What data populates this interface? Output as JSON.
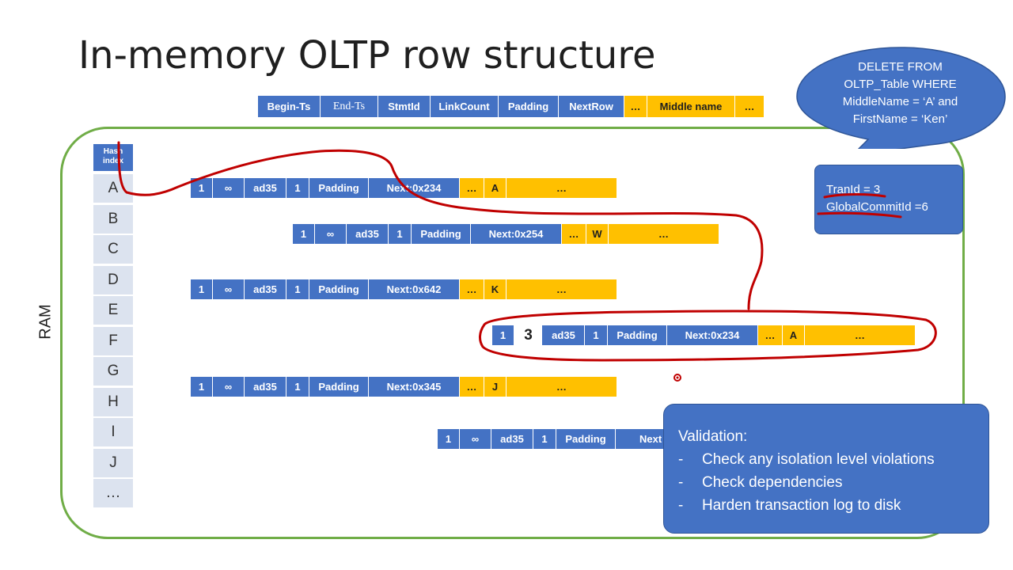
{
  "title": "In-memory OLTP row structure",
  "header_fields": [
    {
      "label": "Begin-Ts",
      "color": "blue"
    },
    {
      "label": "End-Ts",
      "color": "blue"
    },
    {
      "label": "StmtId",
      "color": "blue"
    },
    {
      "label": "LinkCount",
      "color": "blue"
    },
    {
      "label": "Padding",
      "color": "blue"
    },
    {
      "label": "NextRow",
      "color": "blue"
    },
    {
      "label": "…",
      "color": "gold"
    },
    {
      "label": "Middle name",
      "color": "gold"
    },
    {
      "label": "…",
      "color": "gold"
    }
  ],
  "ram_label": "RAM",
  "hash_index": {
    "header": "Hash index",
    "keys": [
      "A",
      "B",
      "C",
      "D",
      "E",
      "F",
      "G",
      "H",
      "I",
      "J",
      "…"
    ]
  },
  "rows": [
    {
      "begin": "1",
      "end": "∞",
      "stmt": "ad35",
      "link": "1",
      "padding": "Padding",
      "next": "Next:0x234",
      "dots": "…",
      "middle": "A",
      "rest": "…"
    },
    {
      "begin": "1",
      "end": "∞",
      "stmt": "ad35",
      "link": "1",
      "padding": "Padding",
      "next": "Next:0x254",
      "dots": "…",
      "middle": "W",
      "rest": "…"
    },
    {
      "begin": "1",
      "end": "∞",
      "stmt": "ad35",
      "link": "1",
      "padding": "Padding",
      "next": "Next:0x642",
      "dots": "…",
      "middle": "K",
      "rest": "…"
    },
    {
      "begin": "1",
      "end": "3",
      "stmt": "ad35",
      "link": "1",
      "padding": "Padding",
      "next": "Next:0x234",
      "dots": "…",
      "middle": "A",
      "rest": "…"
    },
    {
      "begin": "1",
      "end": "∞",
      "stmt": "ad35",
      "link": "1",
      "padding": "Padding",
      "next": "Next:0x345",
      "dots": "…",
      "middle": "J",
      "rest": "…"
    },
    {
      "begin": "1",
      "end": "∞",
      "stmt": "ad35",
      "link": "1",
      "padding": "Padding",
      "next": "Next"
    }
  ],
  "callout": {
    "lines": [
      "DELETE FROM",
      "OLTP_Table WHERE",
      "MiddleName = ‘A’ and",
      "FirstName = ‘Ken’"
    ]
  },
  "transaction": {
    "tran_id": "TranId = 3",
    "global_commit": "GlobalCommitId =6"
  },
  "validation": {
    "title": "Validation:",
    "items": [
      "Check any isolation level violations",
      "Check dependencies",
      "Harden transaction log to disk"
    ]
  },
  "colors": {
    "field_blue": "#4472c4",
    "field_gold": "#ffc000",
    "ram_border": "#70ad47",
    "annotation_red": "#c00000"
  }
}
